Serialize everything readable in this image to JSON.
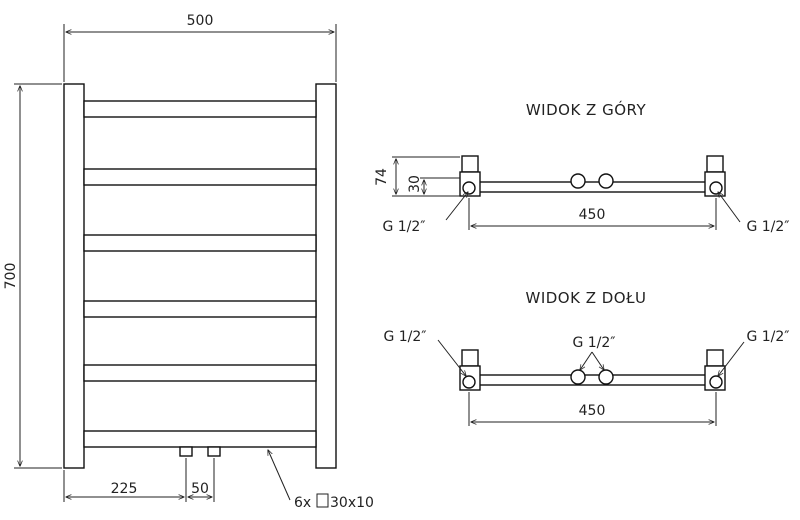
{
  "front_view": {
    "width_label": "500",
    "height_label": "700",
    "offset_label": "225",
    "spacing_label": "50",
    "bars_label": "6x",
    "bars_size_label": "30x10"
  },
  "top_view": {
    "title": "WIDOK Z GÓRY",
    "depth_label": "74",
    "tube_label": "30",
    "width_label": "450",
    "left_thread_label": "G 1/2″",
    "right_thread_label": "G 1/2″"
  },
  "bottom_view": {
    "title": "WIDOK Z DOŁU",
    "width_label": "450",
    "left_thread_label": "G 1/2″",
    "center_thread_label": "G 1/2″",
    "right_thread_label": "G 1/2″"
  }
}
